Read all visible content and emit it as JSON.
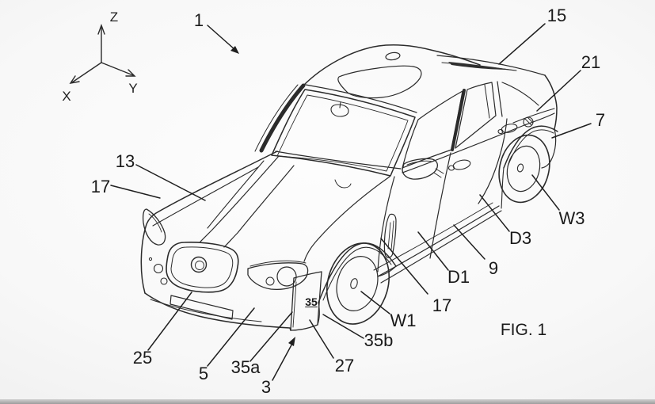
{
  "colors": {
    "line": "#2b2b2b",
    "label_text": "#1a1a1a",
    "background_center": "#fdfdfd",
    "background_edge": "#e1e1e1"
  },
  "figure": {
    "caption": "FIG. 1",
    "axes": {
      "z": "Z",
      "x": "X",
      "y": "Y"
    },
    "refs": {
      "r1": "1",
      "r15": "15",
      "r21": "21",
      "r7": "7",
      "r13": "13",
      "r17_hood": "17",
      "rW3": "W3",
      "rD3": "D3",
      "r9": "9",
      "rD1": "D1",
      "r17_fender": "17",
      "rW1": "W1",
      "r35b": "35b",
      "r27": "27",
      "r3": "3",
      "r35a": "35a",
      "r5": "5",
      "r25": "25",
      "r35": "35"
    }
  }
}
